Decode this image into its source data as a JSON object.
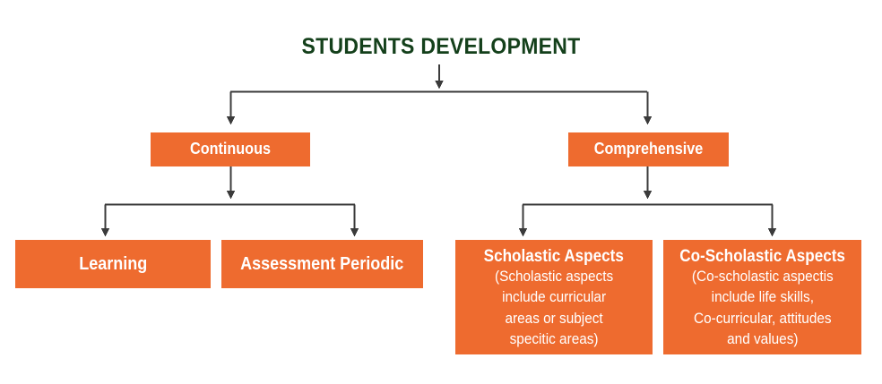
{
  "diagram": {
    "title": "STUDENTS DEVELOPMENT",
    "title_color": "#14401b",
    "box_color": "#ee6b2f",
    "box_text_color": "#ffffff",
    "connector_color": "#3b3b3b",
    "background_color": "#ffffff"
  },
  "chart_data": {
    "type": "diagram",
    "layout": "top-down organizational tree",
    "root": {
      "label": "STUDENTS DEVELOPMENT",
      "children": [
        {
          "label": "Continuous",
          "children": [
            {
              "label": "Learning"
            },
            {
              "label": "Assessment Periodic"
            }
          ]
        },
        {
          "label": "Comprehensive",
          "children": [
            {
              "label": "Scholastic Aspects",
              "detail_lines": [
                "(Scholastic aspects",
                "include curricular",
                "areas or subject",
                "specitic areas)"
              ]
            },
            {
              "label": "Co-Scholastic Aspects",
              "detail_lines": [
                "(Co-scholastic aspectis",
                "include life skills,",
                "Co-curricular, attitudes",
                "and values)"
              ]
            }
          ]
        }
      ]
    }
  },
  "nodes": {
    "continuous": {
      "label": "Continuous"
    },
    "comprehensive": {
      "label": "Comprehensive"
    },
    "learning": {
      "label": "Learning"
    },
    "assessment": {
      "label": "Assessment Periodic"
    },
    "scholastic": {
      "label": "Scholastic Aspects",
      "line1": "(Scholastic aspects",
      "line2": "include curricular",
      "line3": "areas or subject",
      "line4": "specitic areas)"
    },
    "coscholastic": {
      "label": "Co-Scholastic Aspects",
      "line1": "(Co-scholastic aspectis",
      "line2": "include life skills,",
      "line3": "Co-curricular, attitudes",
      "line4": "and values)"
    }
  }
}
